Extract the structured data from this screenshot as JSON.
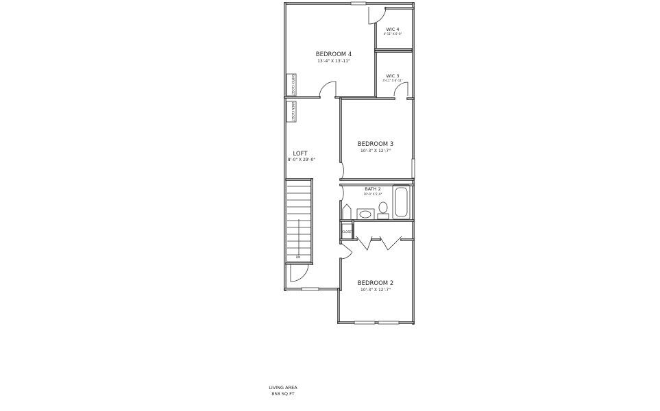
{
  "floor_plan": {
    "rooms": {
      "bedroom4": {
        "name": "BEDROOM 4",
        "dims": "13'-4\" X 13'-11\""
      },
      "wic4": {
        "name": "WIC 4",
        "dims": "4'-11\" X 6'-0\""
      },
      "wic3": {
        "name": "WIC 3",
        "dims": "4'-11\" X 6'-11\""
      },
      "loft": {
        "name": "LOFT",
        "dims": "8'-0\" X 29'-0\""
      },
      "bedroom3": {
        "name": "BEDROOM 3",
        "dims": "10'-3\" X 12'-7\""
      },
      "bath2": {
        "name": "BATH 2",
        "dims": "10'-0\" X 5'-0\""
      },
      "bedroom2": {
        "name": "BEDROOM 2",
        "dims": "10'-3\" X 12'-7\""
      }
    },
    "closets": {
      "supply": "SUPPLY CLOSET",
      "linen": "LINEN CLOSET",
      "hall": "CLOSET"
    },
    "stairs_label": "DN",
    "summary": {
      "label": "LIVING AREA",
      "area": "858 SQ FT"
    },
    "colors": {
      "wall": "#222222",
      "background": "#ffffff"
    }
  }
}
